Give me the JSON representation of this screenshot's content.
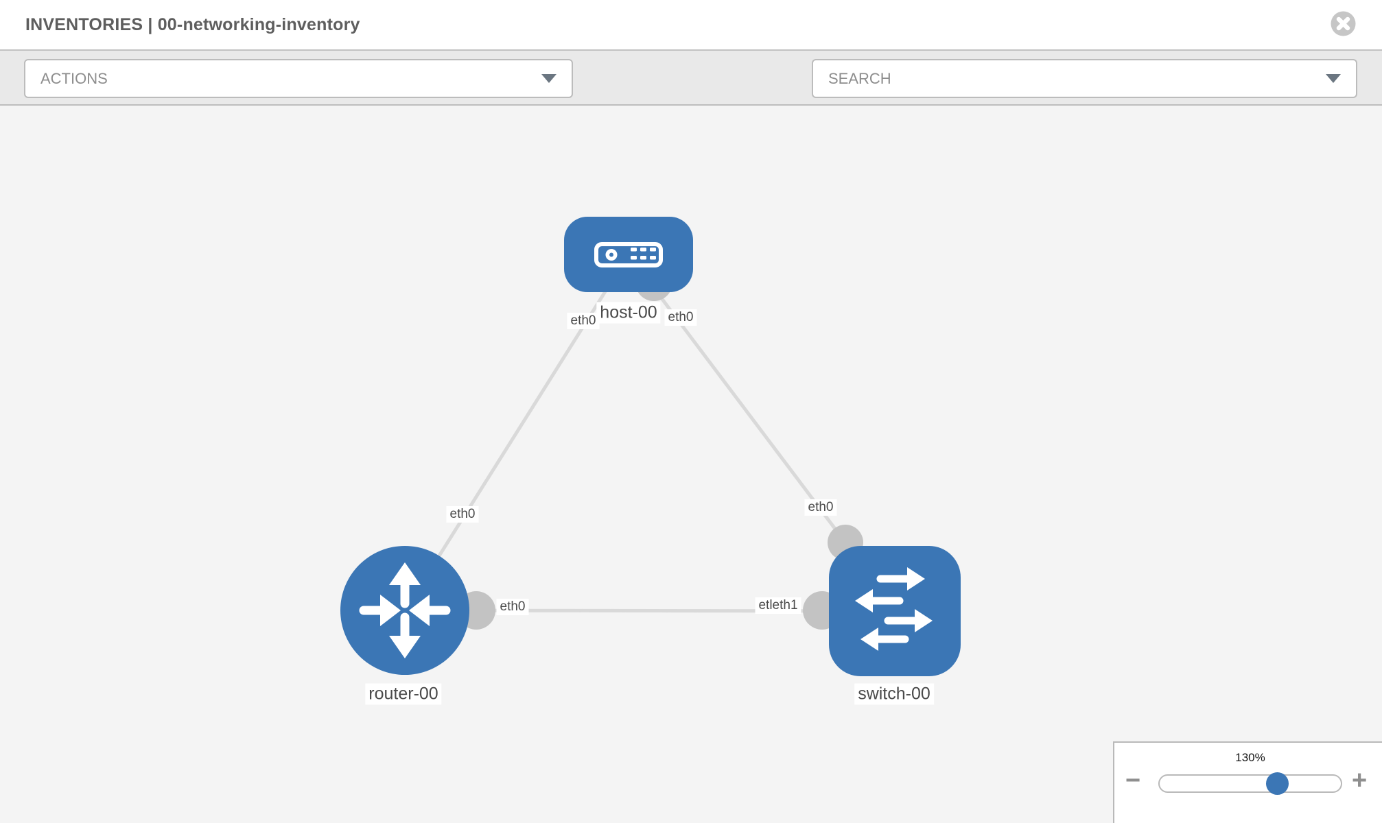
{
  "window": {
    "title": "INVENTORIES | 00-networking-inventory"
  },
  "toolbar": {
    "actions_label": "ACTIONS",
    "search_label": "SEARCH",
    "icons": [
      "wrench-icon",
      "key-icon"
    ]
  },
  "topology": {
    "nodes": [
      {
        "label": "host-00",
        "type": "host"
      },
      {
        "label": "router-00",
        "type": "router"
      },
      {
        "label": "switch-00",
        "type": "switch"
      }
    ],
    "links": [
      {
        "from": "host-00",
        "to": "router-00"
      },
      {
        "from": "host-00",
        "to": "switch-00"
      },
      {
        "from": "router-00",
        "to": "switch-00"
      }
    ],
    "interface_labels": {
      "host_router_at_host": "eth0",
      "host_router_at_router": "eth0",
      "host_switch_at_host": "eth0",
      "host_switch_at_switch": "eth0",
      "router_switch_at_router": "eth0",
      "router_switch_at_switch": "etleth1"
    }
  },
  "zoom_control": {
    "value": "130%",
    "zoom_out_glyph": "−",
    "zoom_in_glyph": "+"
  },
  "colors": {
    "node_blue": "#3b76b5",
    "link_gray": "#d9d9d9",
    "interface_gray": "#c3c3c3",
    "canvas_bg": "#f4f4f4",
    "toolbar_bg": "#e9e9e9"
  }
}
